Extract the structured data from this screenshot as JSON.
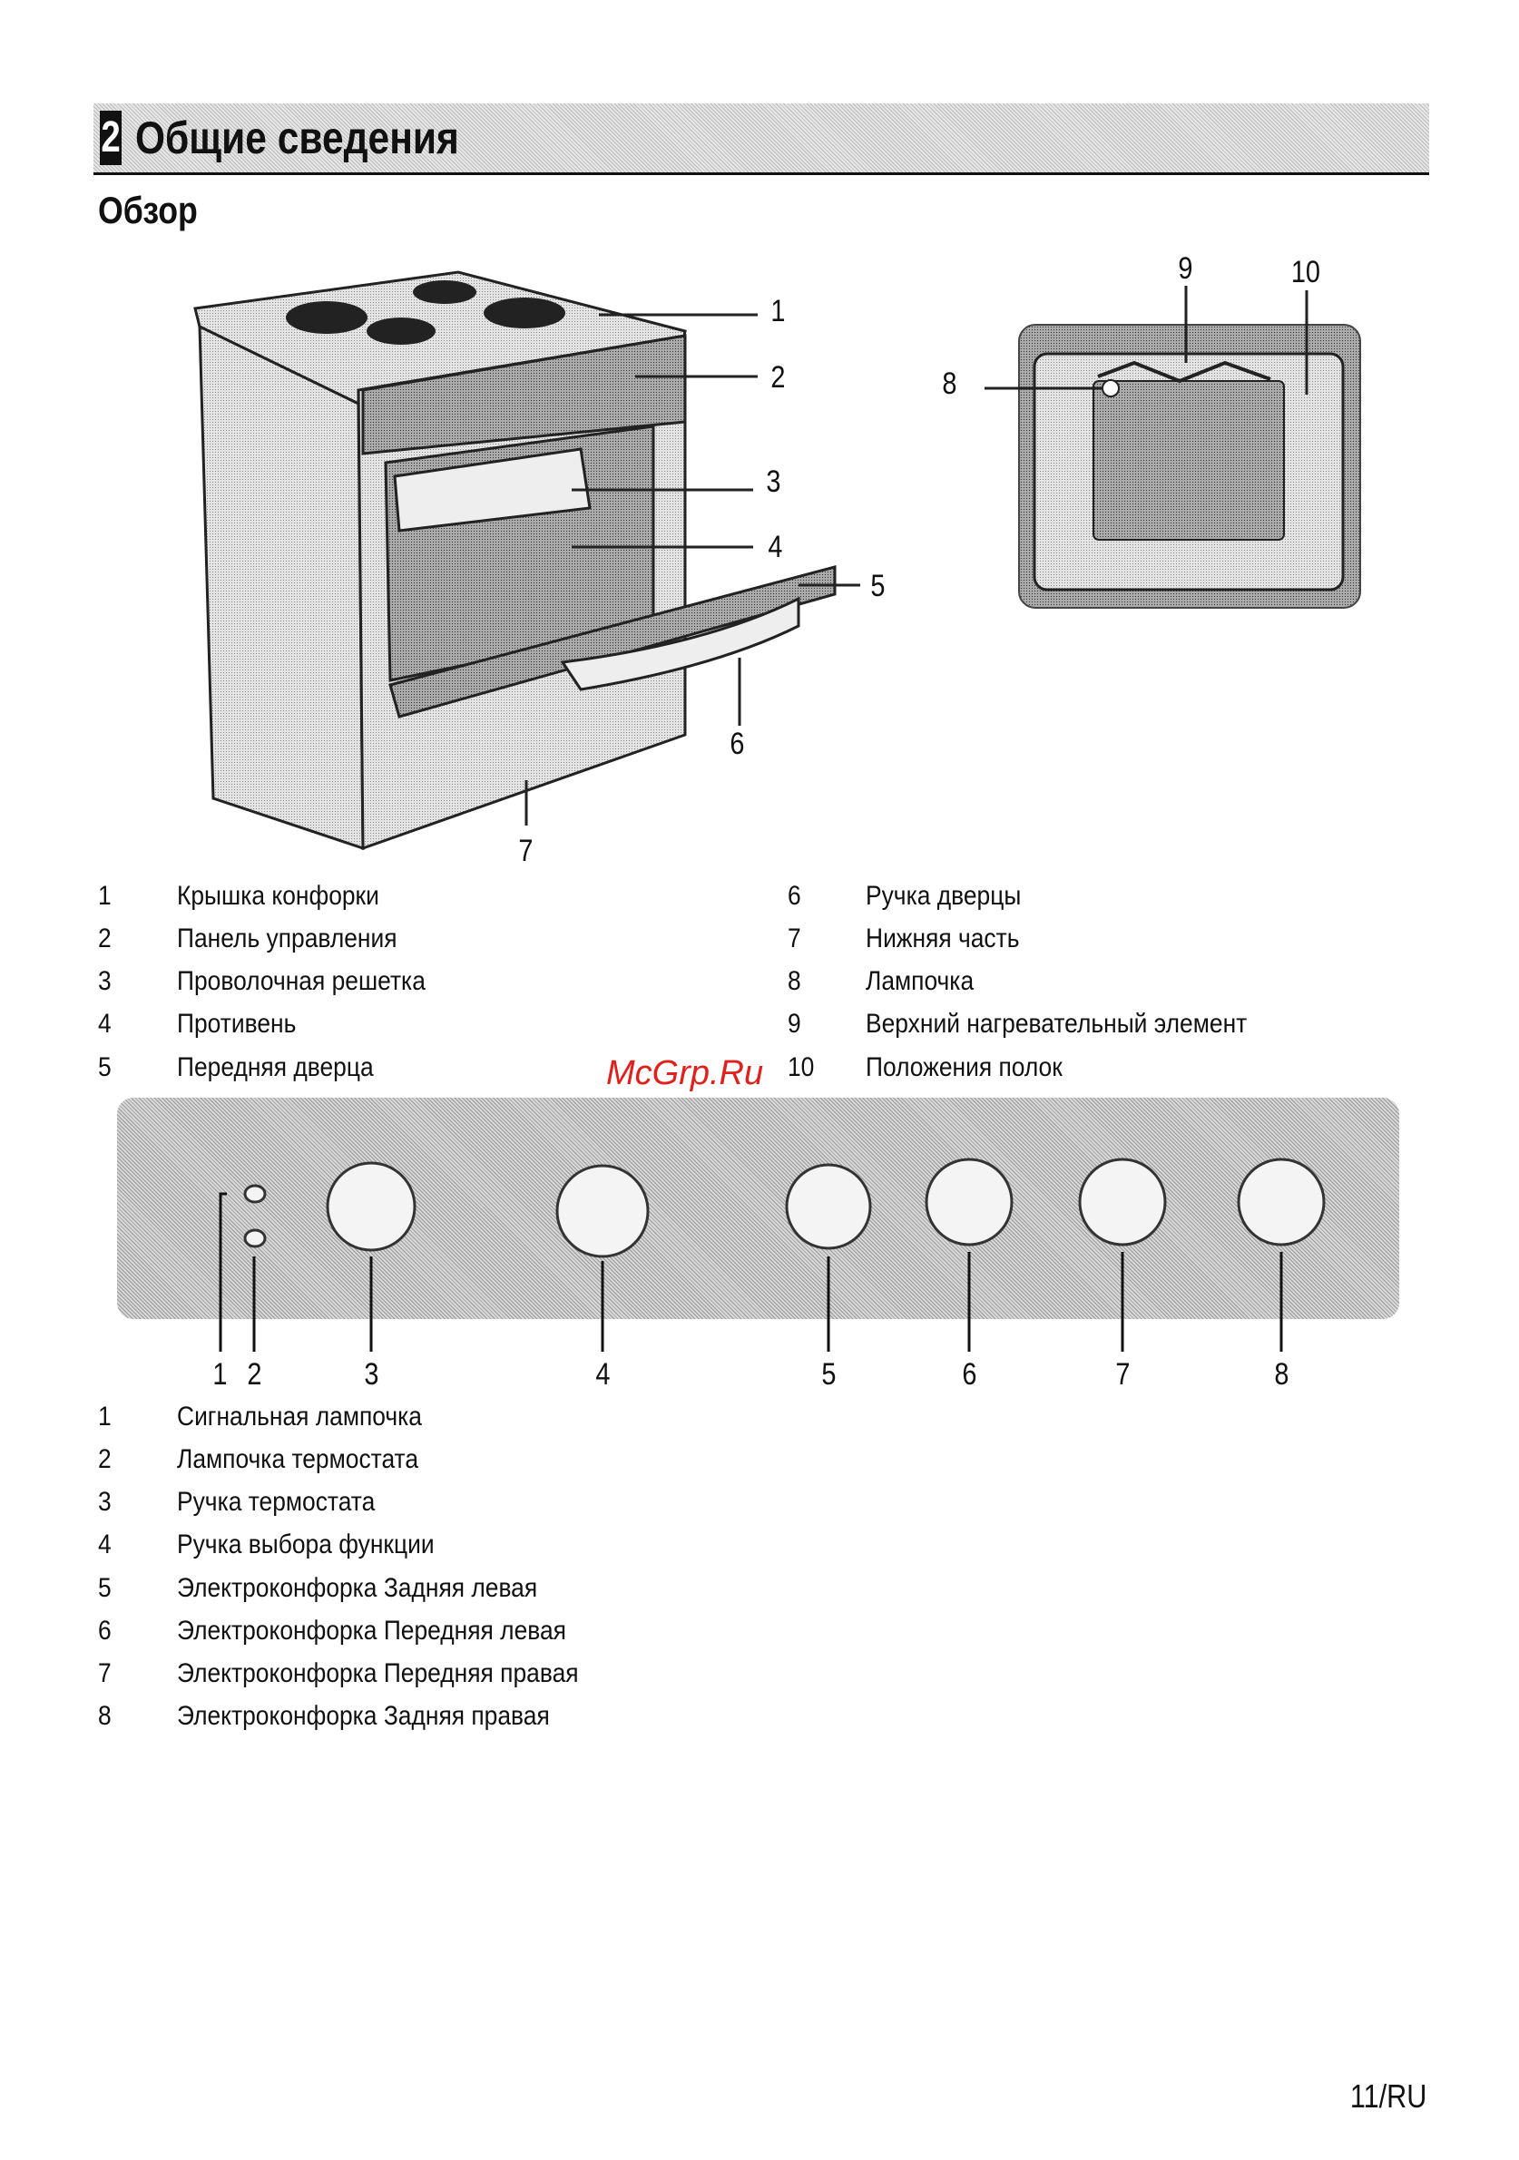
{
  "header": {
    "number": "2",
    "title": "Общие сведения"
  },
  "section": {
    "title": "Обзор"
  },
  "figure1": {
    "callouts": [
      "1",
      "2",
      "3",
      "4",
      "5",
      "6",
      "7",
      "8",
      "9",
      "10"
    ]
  },
  "legend1": [
    {
      "num": "1",
      "label": "Крышка конфорки"
    },
    {
      "num": "2",
      "label": "Панель управления"
    },
    {
      "num": "3",
      "label": "Проволочная решетка"
    },
    {
      "num": "4",
      "label": "Противень"
    },
    {
      "num": "5",
      "label": "Передняя дверца"
    },
    {
      "num": "6",
      "label": "Ручка дверцы"
    },
    {
      "num": "7",
      "label": "Нижняя часть"
    },
    {
      "num": "8",
      "label": "Лампочка"
    },
    {
      "num": "9",
      "label": "Верхний нагревательный элемент"
    },
    {
      "num": "10",
      "label": "Положения полок"
    }
  ],
  "watermark": "McGrp.Ru",
  "figure2": {
    "callouts": [
      "1",
      "2",
      "3",
      "4",
      "5",
      "6",
      "7",
      "8"
    ]
  },
  "legend2": [
    {
      "num": "1",
      "label": "Сигнальная лампочка"
    },
    {
      "num": "2",
      "label": "Лампочка термостата"
    },
    {
      "num": "3",
      "label": "Ручка термостата"
    },
    {
      "num": "4",
      "label": "Ручка выбора функции"
    },
    {
      "num": "5",
      "label": "Электроконфорка Задняя левая"
    },
    {
      "num": "6",
      "label": "Электроконфорка Передняя левая"
    },
    {
      "num": "7",
      "label": "Электроконфорка Передняя правая"
    },
    {
      "num": "8",
      "label": "Электроконфорка Задняя правая"
    }
  ],
  "footer": {
    "page": "11/RU"
  }
}
